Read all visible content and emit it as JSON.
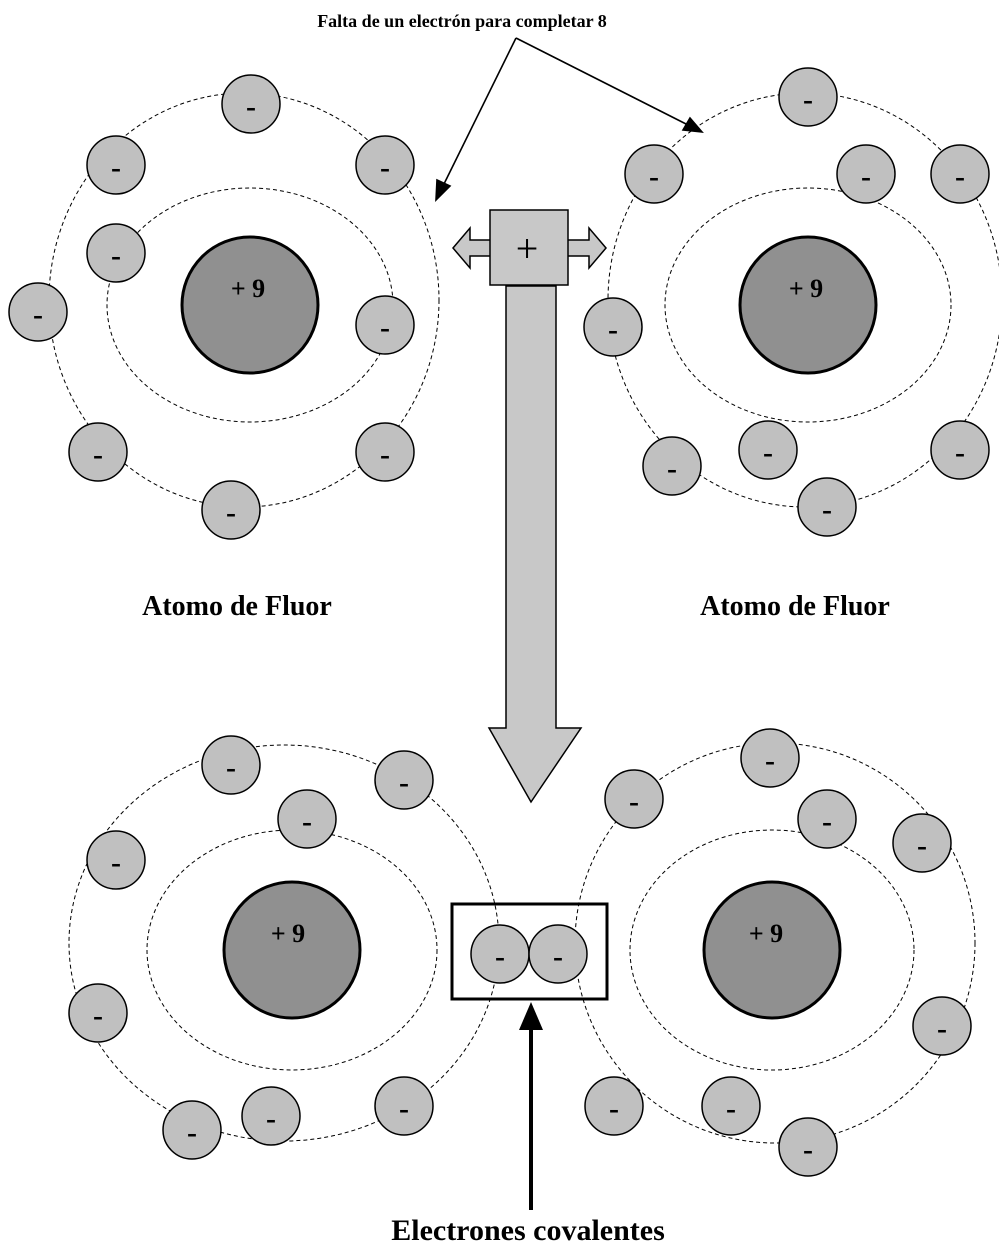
{
  "annotation_top": "Falta de un electrón para completar 8",
  "atom_label_left": "Atomo de Fluor",
  "atom_label_right": "Atomo de Fluor",
  "bottom_label": "Electrones covalentes",
  "nucleus_charge": "+ 9",
  "electron_sign": "-",
  "plus_sign": "+",
  "colors": {
    "electron_fill": "#c0c0c0",
    "nucleus_fill": "#909090",
    "arrow_fill": "#c8c8c8",
    "stroke": "#000000"
  }
}
